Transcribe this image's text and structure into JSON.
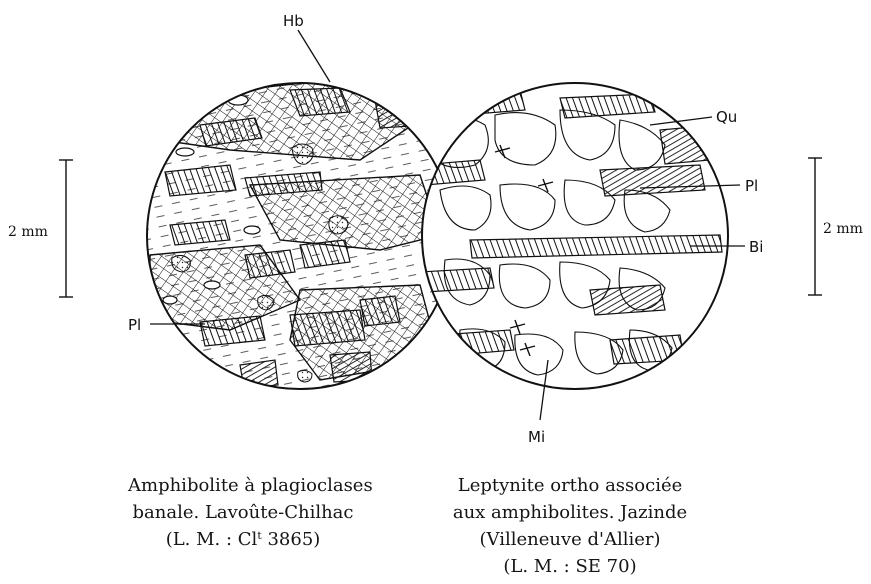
{
  "diagram": {
    "labels": {
      "hb": "Hb",
      "qu": "Qu",
      "pl_right": "Pl",
      "bi": "Bi",
      "pl_left": "Pl",
      "mi": "Mi"
    },
    "scale_left": "2 mm",
    "scale_right": "2 mm"
  },
  "caption_left": {
    "line1": "Amphibolite à plagioclases",
    "line2": "banale. Lavoûte-Chilhac",
    "line3": "(L. M. : Clᵗ 3865)"
  },
  "caption_right": {
    "line1": "Leptynite ortho associée",
    "line2": "aux amphibolites. Jazinde",
    "line3": "(Villeneuve d'Allier)",
    "line4": "(L. M. : SE 70)"
  },
  "colors": {
    "ink": "#111111",
    "paper": "#ffffff"
  }
}
